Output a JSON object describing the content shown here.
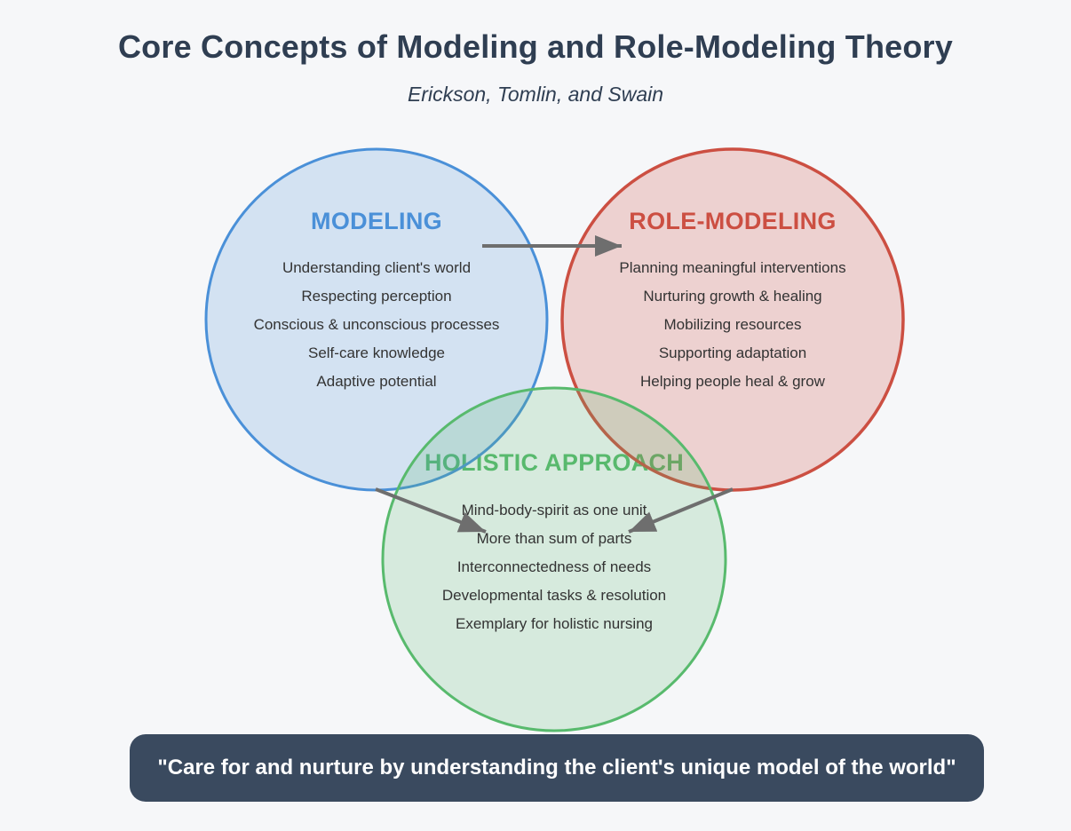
{
  "header": {
    "title": "Core Concepts of Modeling and Role-Modeling Theory",
    "subtitle": "Erickson, Tomlin, and Swain"
  },
  "diagram": {
    "modeling": {
      "label": "MODELING",
      "items": [
        "Understanding client's world",
        "Respecting perception",
        "Conscious & unconscious processes",
        "Self-care knowledge",
        "Adaptive potential"
      ]
    },
    "role_modeling": {
      "label": "ROLE-MODELING",
      "items": [
        "Planning meaningful interventions",
        "Nurturing growth & healing",
        "Mobilizing resources",
        "Supporting adaptation",
        "Helping people heal & grow"
      ]
    },
    "holistic": {
      "label": "HOLISTIC APPROACH",
      "items": [
        "Mind-body-spirit as one unit",
        "More than sum of parts",
        "Interconnectedness of needs",
        "Developmental tasks & resolution",
        "Exemplary for holistic nursing"
      ]
    },
    "arrows": [
      {
        "icon": "arrow-right-icon",
        "from": "modeling",
        "to": "role_modeling"
      },
      {
        "icon": "arrow-down-right-icon",
        "from": "modeling",
        "to": "holistic"
      },
      {
        "icon": "arrow-down-left-icon",
        "from": "role_modeling",
        "to": "holistic"
      }
    ]
  },
  "footer": {
    "quote": "\"Care for and nurture by understanding the client's unique model of the world\""
  },
  "colors": {
    "background": "#f6f7f9",
    "heading_text": "#2f3e52",
    "item_text": "#333333",
    "modeling": "#4a90d8",
    "role_modeling": "#cc4f42",
    "holistic": "#58ba6d",
    "arrow": "#6e6e6e",
    "banner_bg": "#3a4a5f",
    "banner_text": "#ffffff"
  }
}
